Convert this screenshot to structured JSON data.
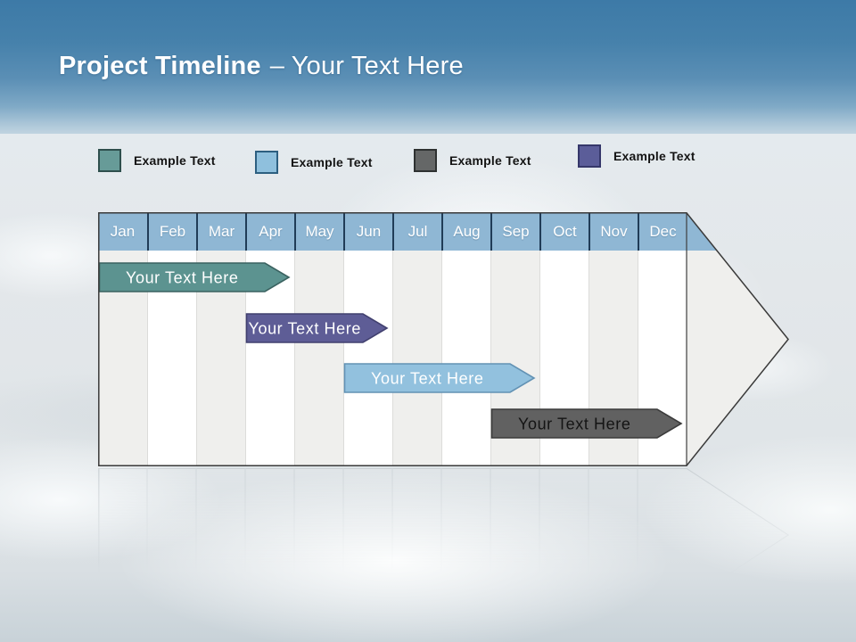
{
  "slide": {
    "title_bold": "Project Timeline",
    "title_suffix": "– Your Text Here"
  },
  "legend": {
    "items": [
      {
        "label": "Example Text",
        "color": "#679b98",
        "border": "#2e4f4d"
      },
      {
        "label": "Example Text",
        "color": "#8fc0dd",
        "border": "#2d5f80"
      },
      {
        "label": "Example Text",
        "color": "#656767",
        "border": "#2e3131"
      },
      {
        "label": "Example Text",
        "color": "#5b5d99",
        "border": "#35376a"
      }
    ]
  },
  "chart_data": {
    "type": "bar",
    "subtype": "gantt-project-timeline",
    "title": "Project Timeline – Your Text Here",
    "x_categories": [
      "Jan",
      "Feb",
      "Mar",
      "Apr",
      "May",
      "Jun",
      "Jul",
      "Aug",
      "Sep",
      "Oct",
      "Nov",
      "Dec"
    ],
    "header_color": "#8fb7d4",
    "column_colors": {
      "odd": "#efefed",
      "even": "#ffffff"
    },
    "tasks": [
      {
        "label": "Your Text Here",
        "start": "Jan",
        "end": "Apr",
        "color": "#5c9390",
        "border": "#3a6260",
        "text_color": "#ffffff"
      },
      {
        "label": "Your Text Here",
        "start": "Apr",
        "end": "Jun",
        "color": "#5e5d96",
        "border": "#41406f",
        "text_color": "#ffffff"
      },
      {
        "label": "Your Text Here",
        "start": "Jun",
        "end": "Sep",
        "color": "#92c1de",
        "border": "#6292b4",
        "text_color": "#ffffff"
      },
      {
        "label": "Your Text Here",
        "start": "Sep",
        "end": "Dec",
        "color": "#616161",
        "border": "#3b3b3b",
        "text_color": "#141414"
      }
    ],
    "legend_labels": [
      "Example Text",
      "Example Text",
      "Example Text",
      "Example Text"
    ]
  }
}
